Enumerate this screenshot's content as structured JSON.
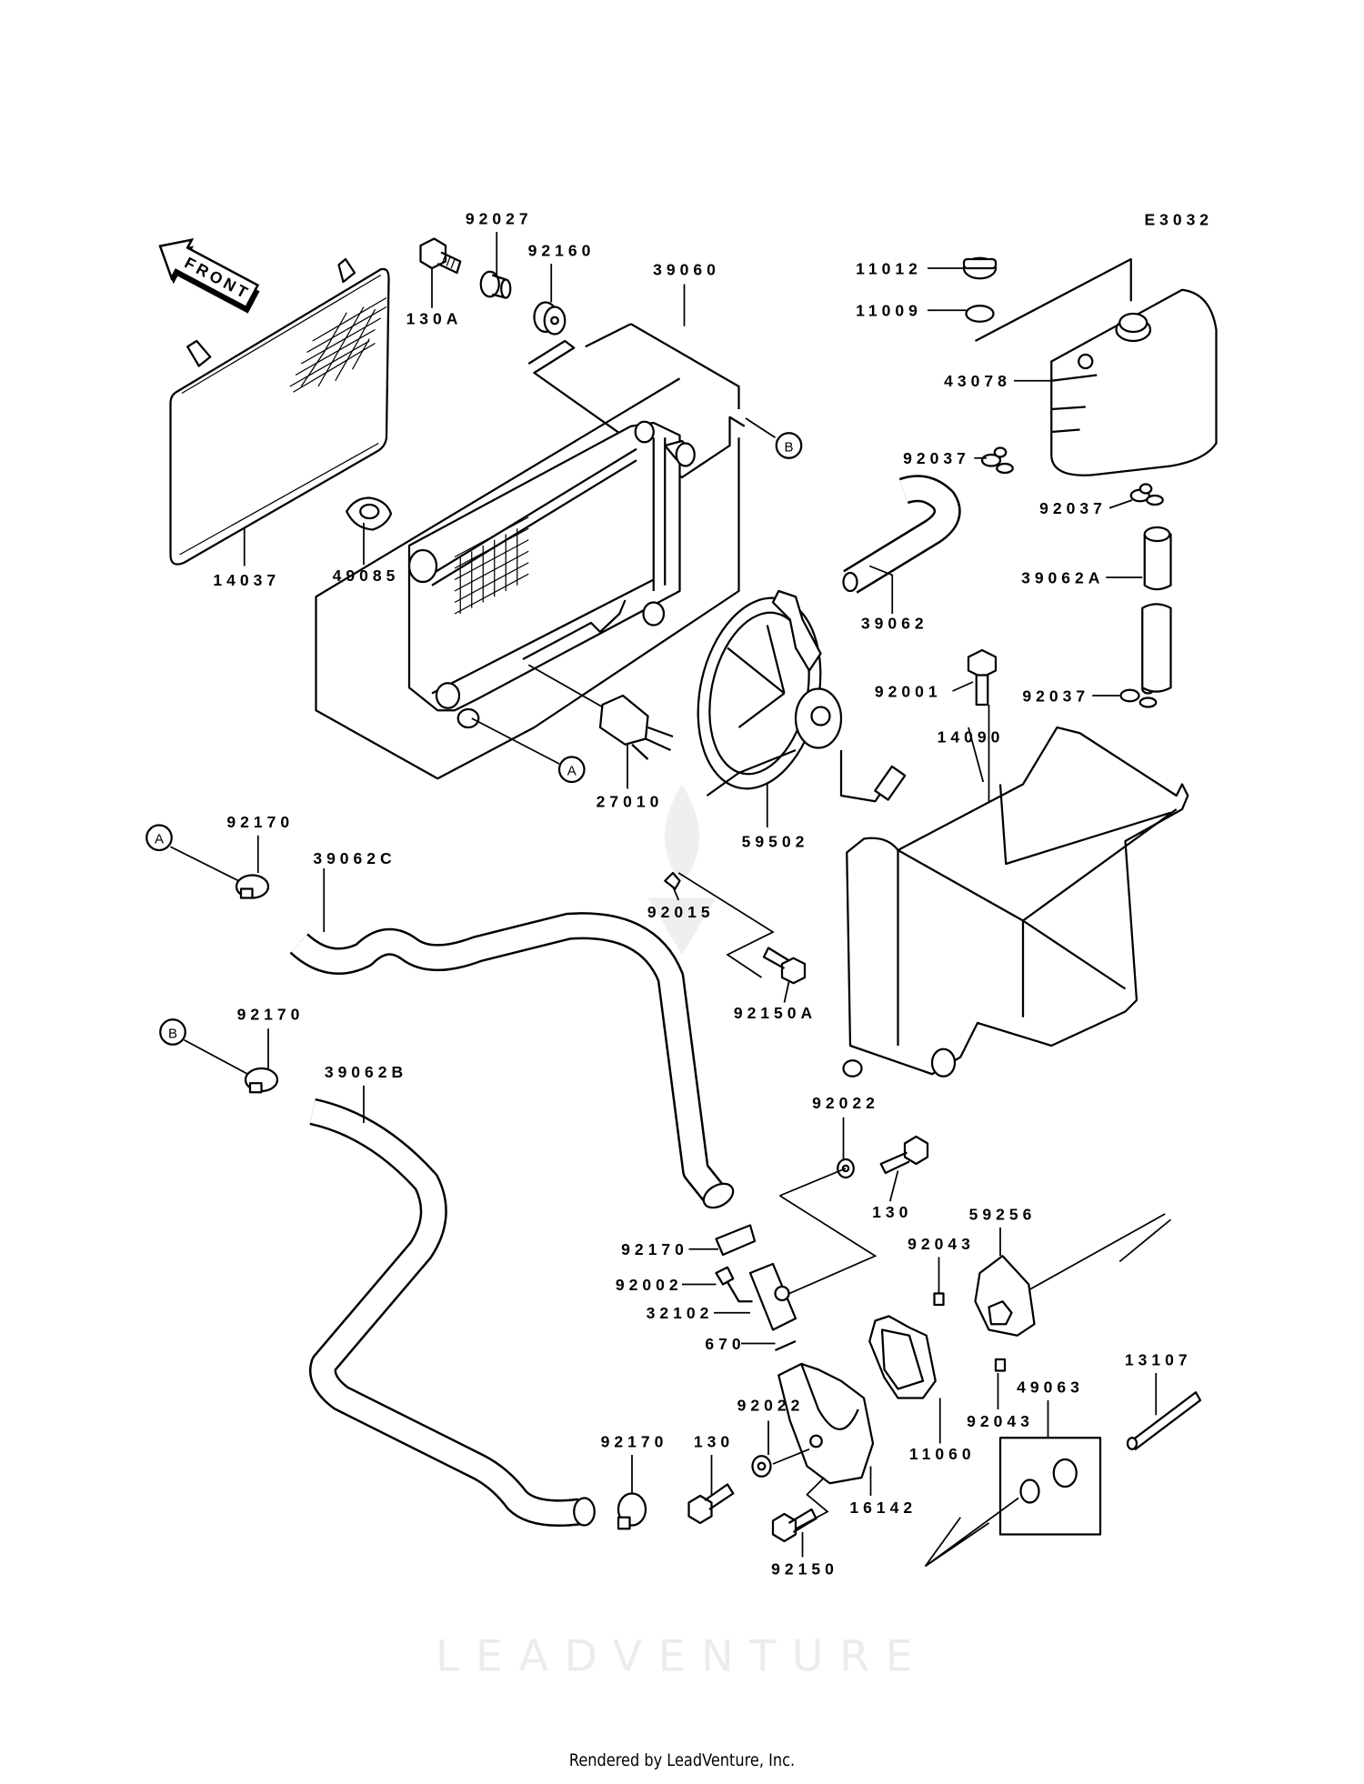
{
  "diagram": {
    "code": "E3032",
    "front_arrow": "FRONT",
    "watermark": "LEADVENTURE",
    "callouts": [
      "A",
      "B",
      "A",
      "B"
    ],
    "labels": [
      "E3032",
      "92027",
      "92160",
      "130A",
      "39060",
      "11012",
      "11009",
      "43078",
      "92037",
      "92037",
      "39062A",
      "39062",
      "14037",
      "49085",
      "92001",
      "92037",
      "14090",
      "27010",
      "59502",
      "92170",
      "39062C",
      "92015",
      "92150A",
      "92170",
      "39062B",
      "92022",
      "130",
      "59256",
      "92043",
      "92170",
      "92002",
      "32102",
      "670",
      "13107",
      "49063",
      "92043",
      "92022",
      "11060",
      "92170",
      "130",
      "16142",
      "92150"
    ]
  },
  "footer": "Rendered by LeadVenture, Inc."
}
